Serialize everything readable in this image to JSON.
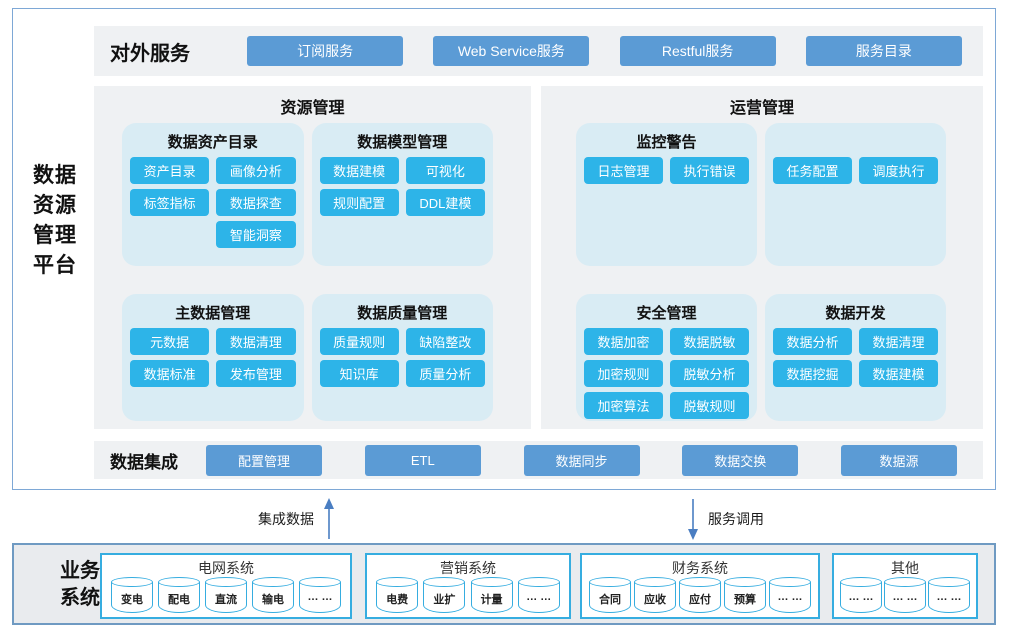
{
  "platform": {
    "vertical_title": [
      "数据",
      "资源",
      "管理",
      "平台"
    ]
  },
  "external_services": {
    "title": "对外服务",
    "buttons": [
      "订阅服务",
      "Web Service服务",
      "Restful服务",
      "服务目录"
    ]
  },
  "resource_management": {
    "title": "资源管理",
    "cards": [
      {
        "title": "数据资产目录",
        "buttons": [
          "资产目录",
          "画像分析",
          "标签指标",
          "数据探查",
          "智能洞察"
        ]
      },
      {
        "title": "数据模型管理",
        "buttons": [
          "数据建模",
          "可视化",
          "规则配置",
          "DDL建模"
        ]
      },
      {
        "title": "主数据管理",
        "buttons": [
          "元数据",
          "数据清理",
          "数据标准",
          "发布管理"
        ]
      },
      {
        "title": "数据质量管理",
        "buttons": [
          "质量规则",
          "缺陷整改",
          "知识库",
          "质量分析"
        ]
      }
    ]
  },
  "operation_management": {
    "title": "运营管理",
    "cards": [
      {
        "title": "监控警告",
        "buttons": [
          "日志管理",
          "执行错误"
        ]
      },
      {
        "title": "",
        "buttons": [
          "任务配置",
          "调度执行"
        ]
      },
      {
        "title": "安全管理",
        "buttons": [
          "数据加密",
          "数据脱敏",
          "加密规则",
          "脱敏分析",
          "加密算法",
          "脱敏规则"
        ]
      },
      {
        "title": "数据开发",
        "buttons": [
          "数据分析",
          "数据清理",
          "数据挖掘",
          "数据建模"
        ]
      }
    ]
  },
  "data_integration": {
    "title": "数据集成",
    "buttons": [
      "配置管理",
      "ETL",
      "数据同步",
      "数据交换",
      "数据源"
    ]
  },
  "flows": {
    "integration_label": "集成数据",
    "service_label": "服务调用"
  },
  "business_systems": {
    "title_lines": [
      "业务",
      "系统"
    ],
    "groups": [
      {
        "title": "电网系统",
        "items": [
          "变电",
          "配电",
          "直流",
          "输电",
          "… …"
        ]
      },
      {
        "title": "营销系统",
        "items": [
          "电费",
          "业扩",
          "计量",
          "… …"
        ]
      },
      {
        "title": "财务系统",
        "items": [
          "合同",
          "应收",
          "应付",
          "预算",
          "… …"
        ]
      },
      {
        "title": "其他",
        "items": [
          "… …",
          "… …",
          "… …"
        ]
      }
    ]
  },
  "colors": {
    "service_button": "#5b9bd5",
    "module_button": "#2db4e8",
    "card_bg": "#d9ecf4",
    "band_bg": "#eff1f3",
    "outer_border": "#7ea8d6",
    "business_border": "#6f9ac2",
    "cylinder_border": "#36ade0",
    "arrow": "#4a7ec2"
  }
}
